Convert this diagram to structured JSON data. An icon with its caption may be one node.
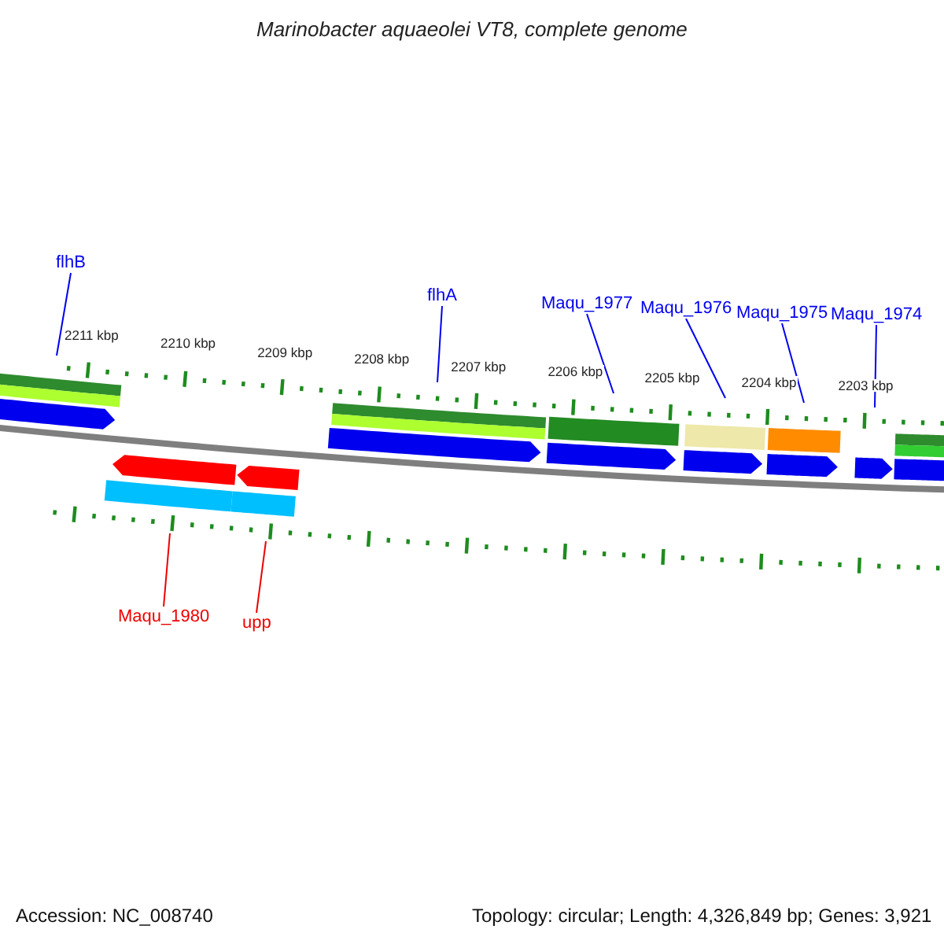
{
  "diagram": {
    "title": "Marinobacter aquaeolei VT8, complete genome",
    "nodes": [
      {
        "text": [
          "flhB"
        ]
      },
      {
        "text": [
          "flhA"
        ]
      },
      {
        "text": [
          "Maqu_1977"
        ]
      },
      {
        "text": [
          "Maqu_1976"
        ]
      },
      {
        "text": [
          "Maqu_1975"
        ]
      },
      {
        "text": [
          "Maqu_1974"
        ]
      },
      {
        "text": [
          "Maqu_1980"
        ]
      },
      {
        "text": [
          "upp"
        ]
      }
    ],
    "edges": [
      {
        "from": 0,
        "to": null,
        "arrow": "none"
      },
      {
        "from": 1,
        "to": null,
        "arrow": "none"
      },
      {
        "from": 2,
        "to": null,
        "arrow": "none"
      },
      {
        "from": 3,
        "to": null,
        "arrow": "none"
      },
      {
        "from": 4,
        "to": null,
        "arrow": "none"
      },
      {
        "from": 5,
        "to": null,
        "arrow": "none"
      },
      {
        "from": 6,
        "to": null,
        "arrow": "none",
        "color": "#ee0000"
      },
      {
        "from": 7,
        "to": null,
        "arrow": "none",
        "color": "#ee0000"
      }
    ],
    "labels": [
      "2211 kbp",
      "2210 kbp",
      "2209 kbp",
      "2208 kbp",
      "2207 kbp",
      "2206 kbp",
      "2205 kbp",
      "2204 kbp",
      "2203 kbp",
      "Accession: NC_008740",
      "Topology: circular; Length: 4,326,849 bp; Genes: 3,921"
    ]
  }
}
